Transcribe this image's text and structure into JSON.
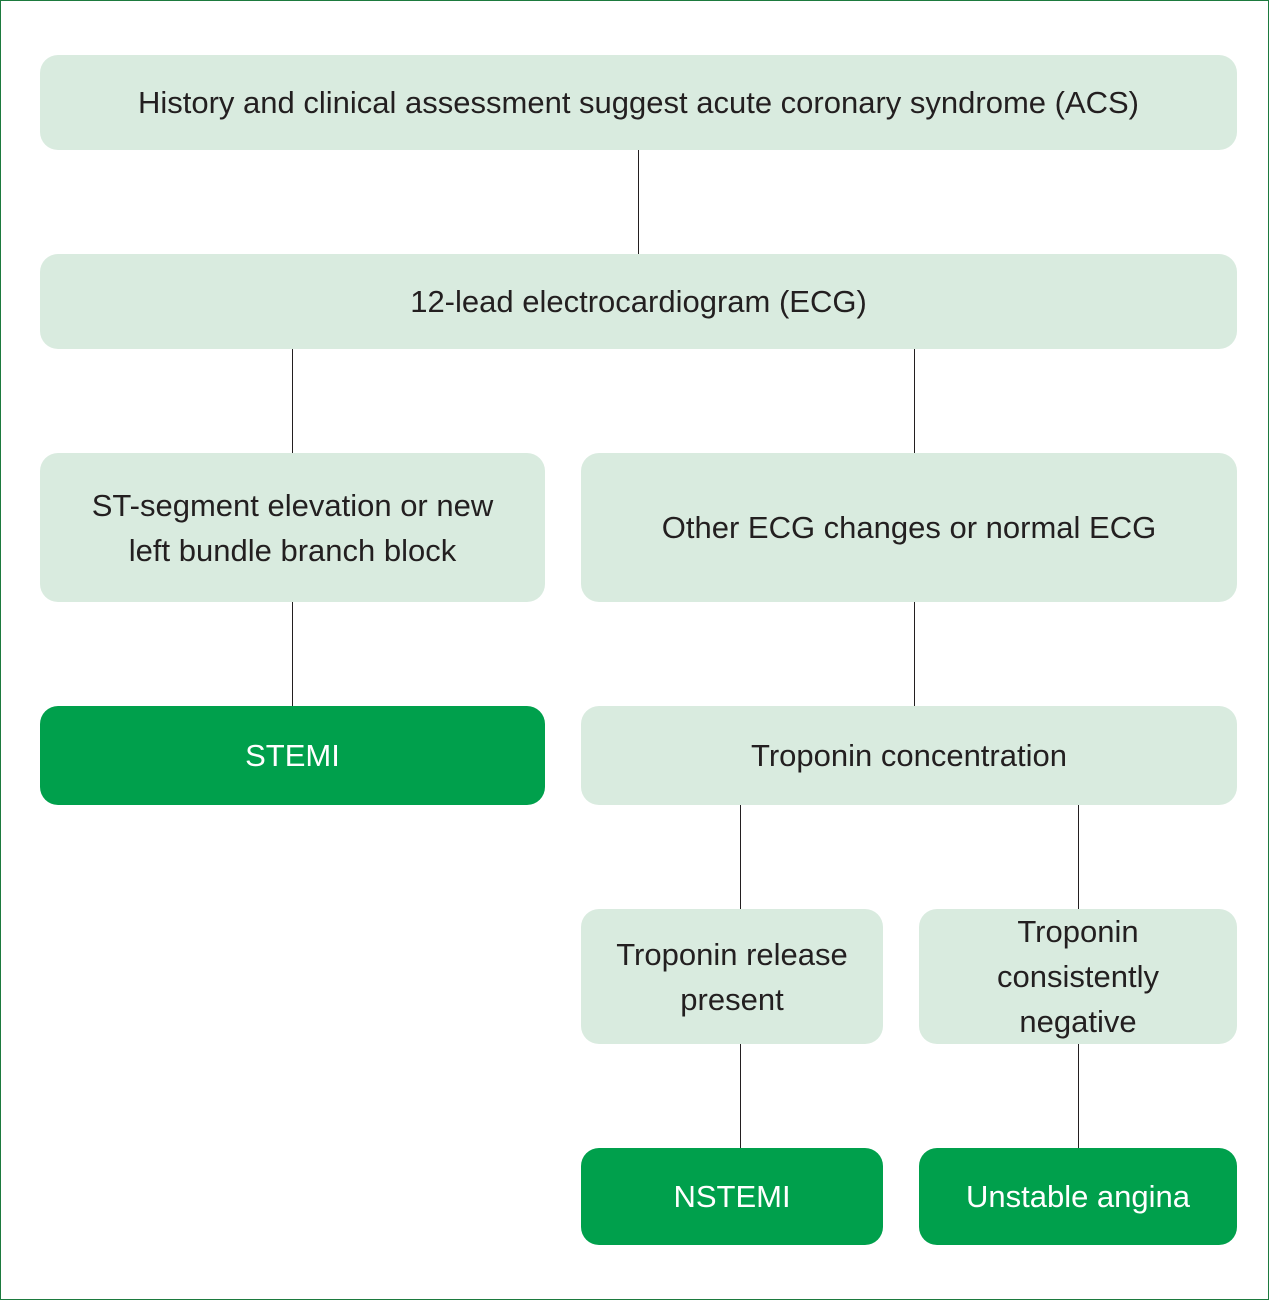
{
  "colors": {
    "frame_border": "#1d7a3e",
    "step_fill": "#d9ebdf",
    "result_fill": "#00a04c",
    "result_text": "#ffffff",
    "text": "#231f20",
    "connector": "#231f20"
  },
  "nodes": {
    "acs": {
      "lines": [
        "History and clinical assessment suggest acute coronary syndrome (ACS)"
      ]
    },
    "ecg": {
      "lines": [
        "12-lead electrocardiogram (ECG)"
      ]
    },
    "st_elevation": {
      "lines": [
        "ST-segment elevation or new",
        "left bundle branch block"
      ]
    },
    "other_ecg": {
      "lines": [
        "Other ECG changes or normal ECG"
      ]
    },
    "stemi": {
      "lines": [
        "STEMI"
      ]
    },
    "troponin": {
      "lines": [
        "Troponin concentration"
      ]
    },
    "troponin_present": {
      "lines": [
        "Troponin release",
        "present"
      ]
    },
    "troponin_negative": {
      "lines": [
        "Troponin",
        "consistently negative"
      ]
    },
    "nstemi": {
      "lines": [
        "NSTEMI"
      ]
    },
    "unstable_angina": {
      "lines": [
        "Unstable angina"
      ]
    }
  },
  "edges": [
    {
      "from": "acs",
      "to": "ecg"
    },
    {
      "from": "ecg",
      "to": "st_elevation"
    },
    {
      "from": "ecg",
      "to": "other_ecg"
    },
    {
      "from": "st_elevation",
      "to": "stemi"
    },
    {
      "from": "other_ecg",
      "to": "troponin"
    },
    {
      "from": "troponin",
      "to": "troponin_present"
    },
    {
      "from": "troponin",
      "to": "troponin_negative"
    },
    {
      "from": "troponin_present",
      "to": "nstemi"
    },
    {
      "from": "troponin_negative",
      "to": "unstable_angina"
    }
  ]
}
